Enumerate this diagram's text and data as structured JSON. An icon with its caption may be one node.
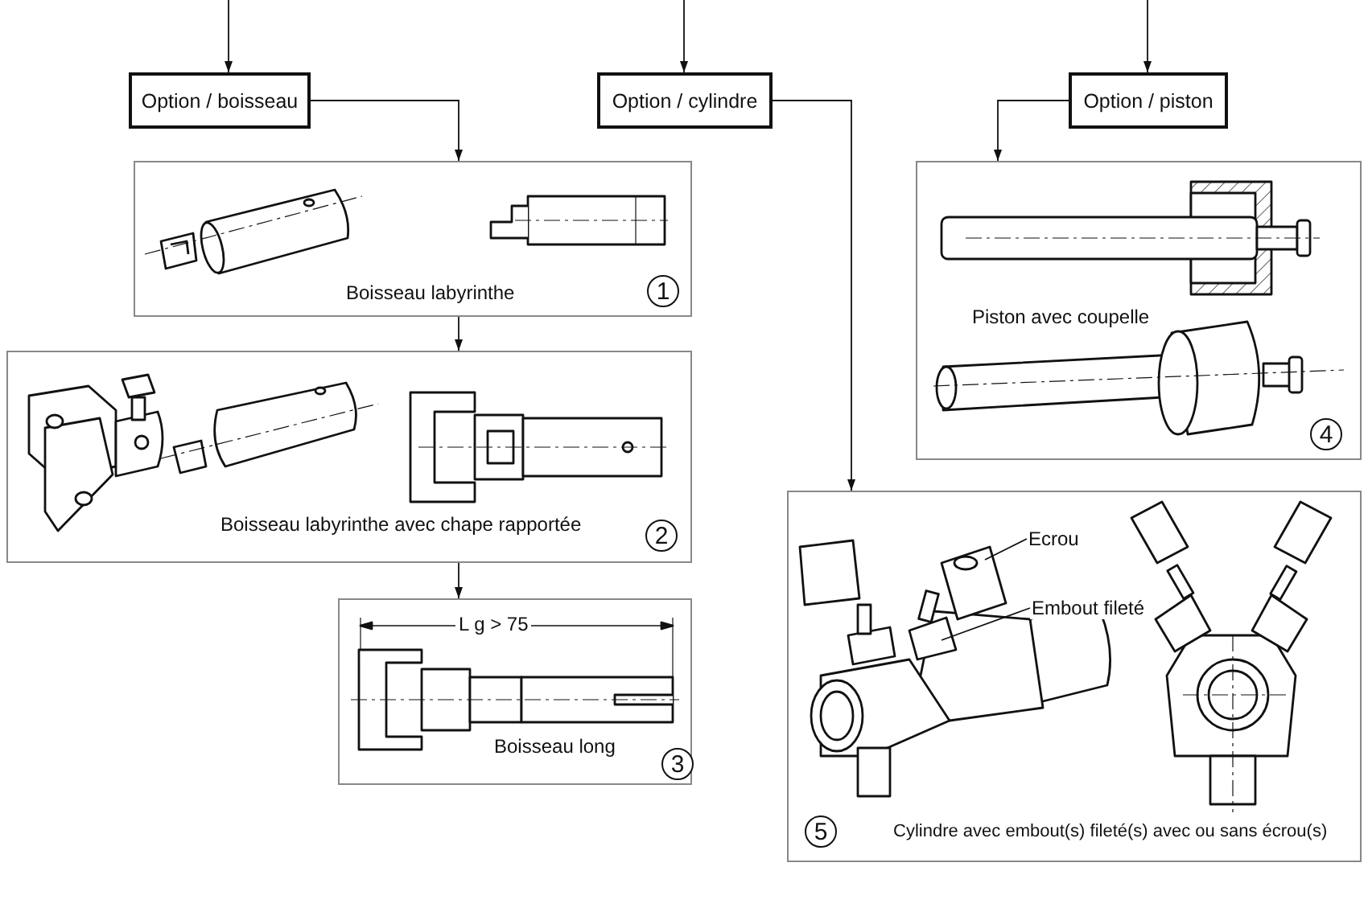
{
  "diagram": {
    "nodes": [
      {
        "text": [
          "Option / boisseau"
        ]
      },
      {
        "text": [
          "Option / cylindre"
        ]
      },
      {
        "text": [
          "Option / piston"
        ]
      },
      {
        "text": [
          "Boisseau labyrinthe",
          "1"
        ]
      },
      {
        "text": [
          "Boisseau labyrinthe avec chape rapportée",
          "2"
        ]
      },
      {
        "text": [
          "Boisseau long",
          "3"
        ]
      },
      {
        "text": [
          "Piston avec coupelle",
          "4"
        ]
      },
      {
        "text": [
          "5",
          "Cylindre avec embout(s)  fileté(s) avec ou sans écrou(s)"
        ]
      },
      {
        "text": [
          "Ecrou"
        ],
        "in": 7
      },
      {
        "text": [
          "Embout fileté"
        ],
        "in": 7
      }
    ],
    "edges": [
      {
        "from": null,
        "to": 0,
        "arrow": "to"
      },
      {
        "from": null,
        "to": 1,
        "arrow": "to"
      },
      {
        "from": null,
        "to": 2,
        "arrow": "to"
      },
      {
        "from": 0,
        "to": 3,
        "arrow": "to"
      },
      {
        "from": 3,
        "to": 4,
        "arrow": "to"
      },
      {
        "from": 4,
        "to": 5,
        "arrow": "to"
      },
      {
        "from": 1,
        "to": 7,
        "arrow": "to"
      },
      {
        "from": 2,
        "to": 6,
        "arrow": "to"
      },
      {
        "from": 8,
        "to": null,
        "arrow": "none"
      },
      {
        "from": 9,
        "to": null,
        "arrow": "none"
      }
    ],
    "labels": [
      "L g > 75"
    ]
  }
}
